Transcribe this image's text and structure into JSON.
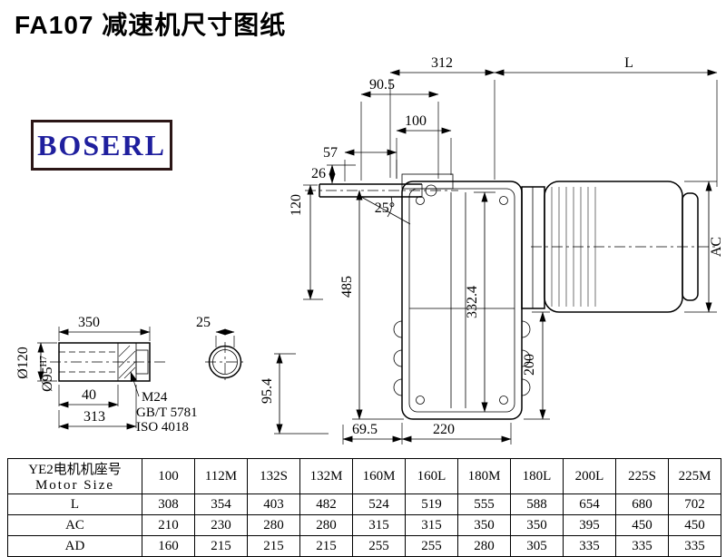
{
  "page": {
    "title": "FA107 减速机尺寸图纸"
  },
  "logo": {
    "text": "BOSERL"
  },
  "drawing": {
    "dims": {
      "d312": "312",
      "dL": "L",
      "d90_5": "90.5",
      "d100": "100",
      "d57": "57",
      "d26": "26",
      "d120": "120",
      "d25deg": "25°",
      "d485": "485",
      "d332_4": "332.4",
      "dAC": "AC",
      "d200": "200",
      "d95_4": "95.4",
      "d69_5": "69.5",
      "d220": "220"
    },
    "shaft": {
      "d350": "350",
      "d25": "25",
      "d40": "40",
      "d313": "313",
      "dia120": "Ø120",
      "dia95": "Ø95",
      "dia95_tol": "H7",
      "m24": "M24",
      "gbt": "GB/T 5781",
      "iso": "ISO 4018"
    }
  },
  "table": {
    "header": {
      "line1": "YE2电机机座号",
      "line2": "Motor Size"
    },
    "columns": [
      "100",
      "112M",
      "132S",
      "132M",
      "160M",
      "160L",
      "180M",
      "180L",
      "200L",
      "225S",
      "225M"
    ],
    "rows": [
      {
        "label": "L",
        "values": [
          "308",
          "354",
          "403",
          "482",
          "524",
          "519",
          "555",
          "588",
          "654",
          "680",
          "702"
        ]
      },
      {
        "label": "AC",
        "values": [
          "210",
          "230",
          "280",
          "280",
          "315",
          "315",
          "350",
          "350",
          "395",
          "450",
          "450"
        ]
      },
      {
        "label": "AD",
        "values": [
          "160",
          "215",
          "215",
          "215",
          "255",
          "255",
          "280",
          "305",
          "335",
          "335",
          "335"
        ]
      }
    ]
  }
}
